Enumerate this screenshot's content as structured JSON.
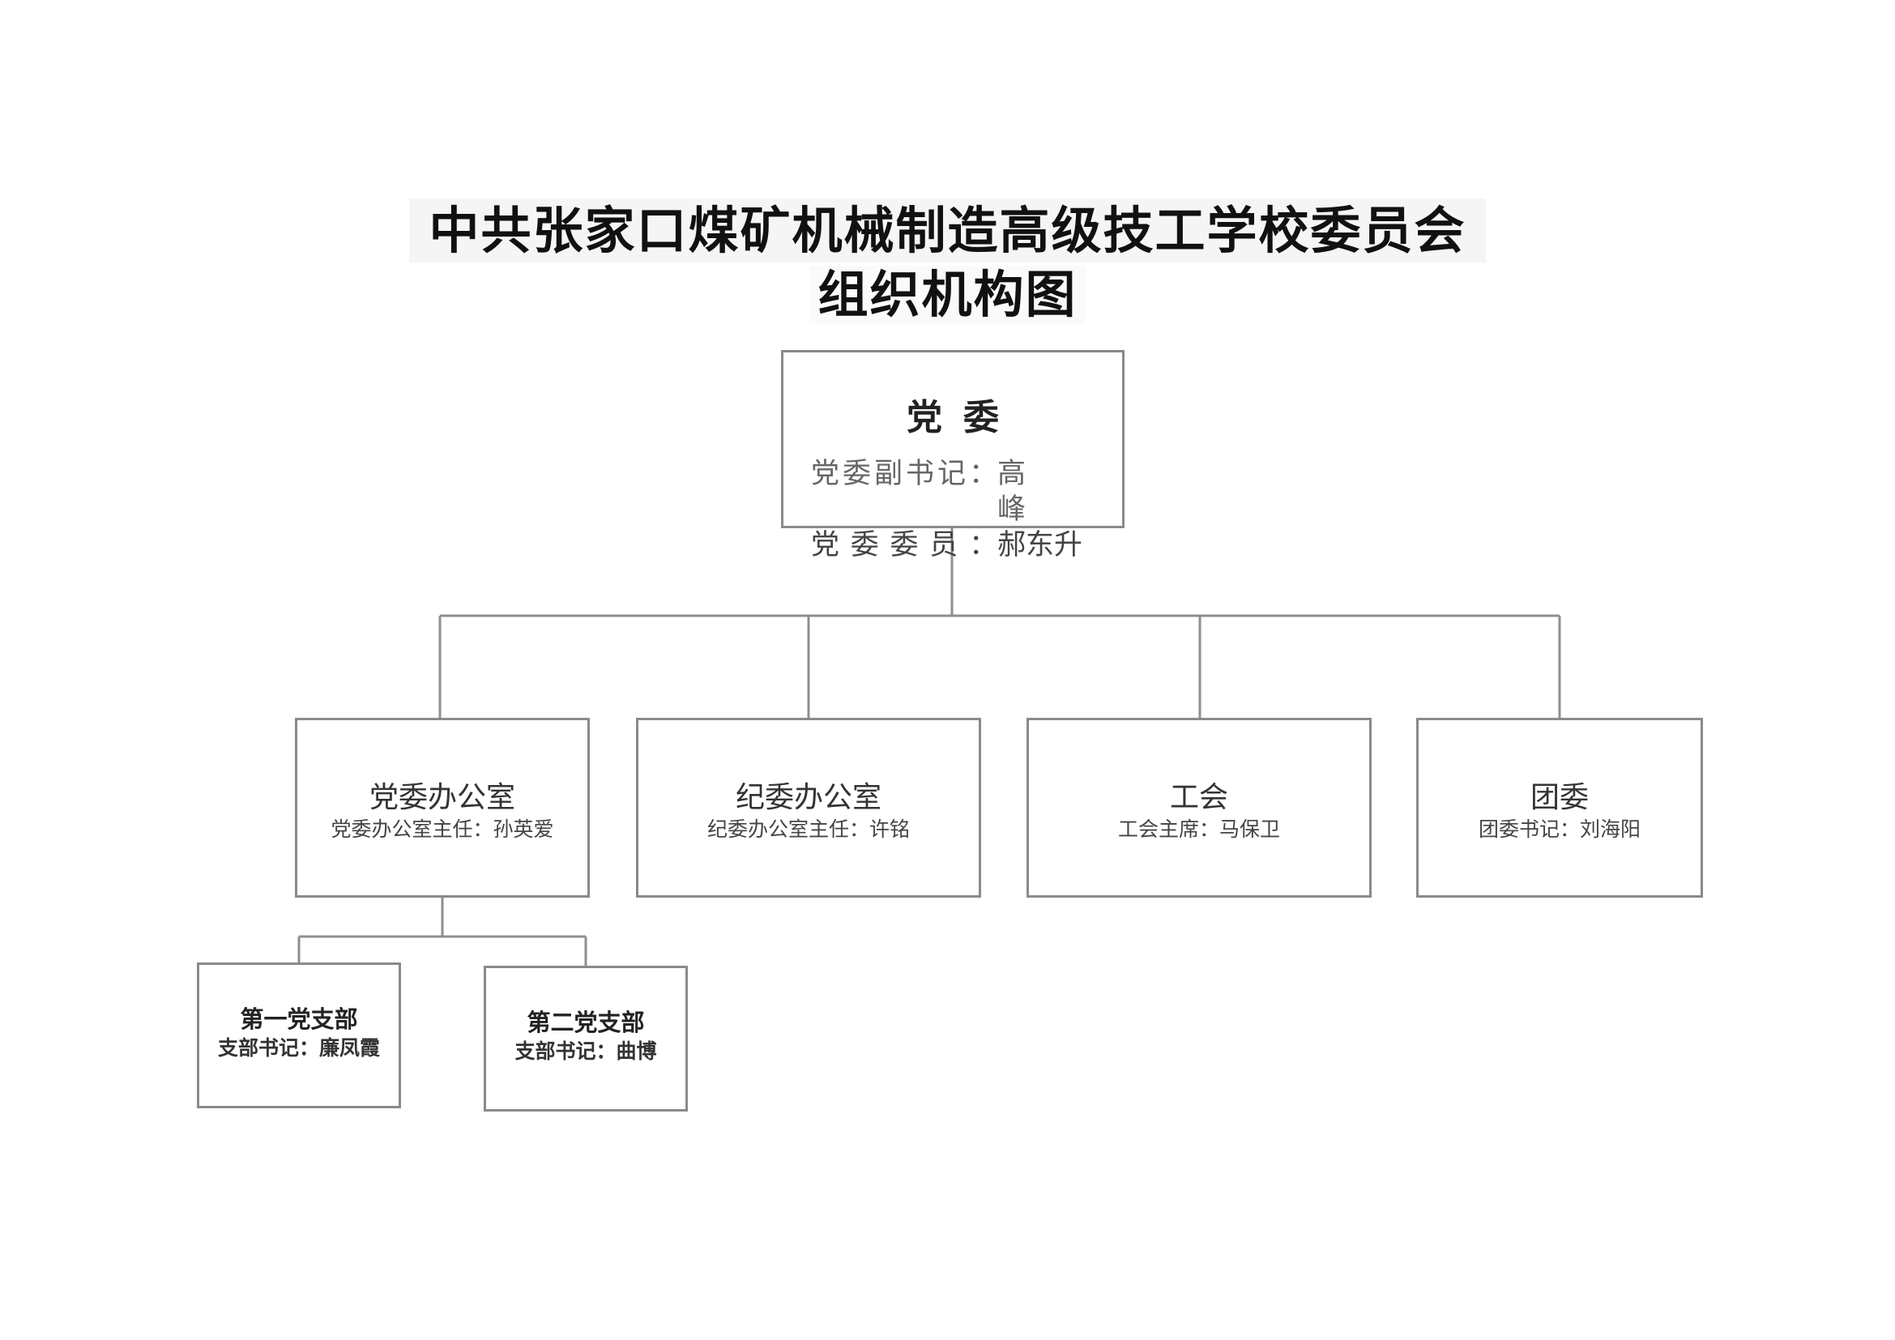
{
  "title": {
    "line1": "中共张家口煤矿机械制造高级技工学校委员会",
    "line2": "组织机构图"
  },
  "root": {
    "name": "党委",
    "rows": [
      {
        "label": "党委副书记：",
        "value": "高峰"
      },
      {
        "label": "党委委员：",
        "value": "郝东升"
      }
    ]
  },
  "departments": [
    {
      "name": "党委办公室",
      "info": "党委办公室主任：孙英爱"
    },
    {
      "name": "纪委办公室",
      "info": "纪委办公室主任：许铭"
    },
    {
      "name": "工会",
      "info": "工会主席：马保卫"
    },
    {
      "name": "团委",
      "info": "团委书记：刘海阳"
    }
  ],
  "branches": [
    {
      "name": "第一党支部",
      "info": "支部书记：廉凤霞"
    },
    {
      "name": "第二党支部",
      "info": "支部书记：曲博"
    }
  ]
}
